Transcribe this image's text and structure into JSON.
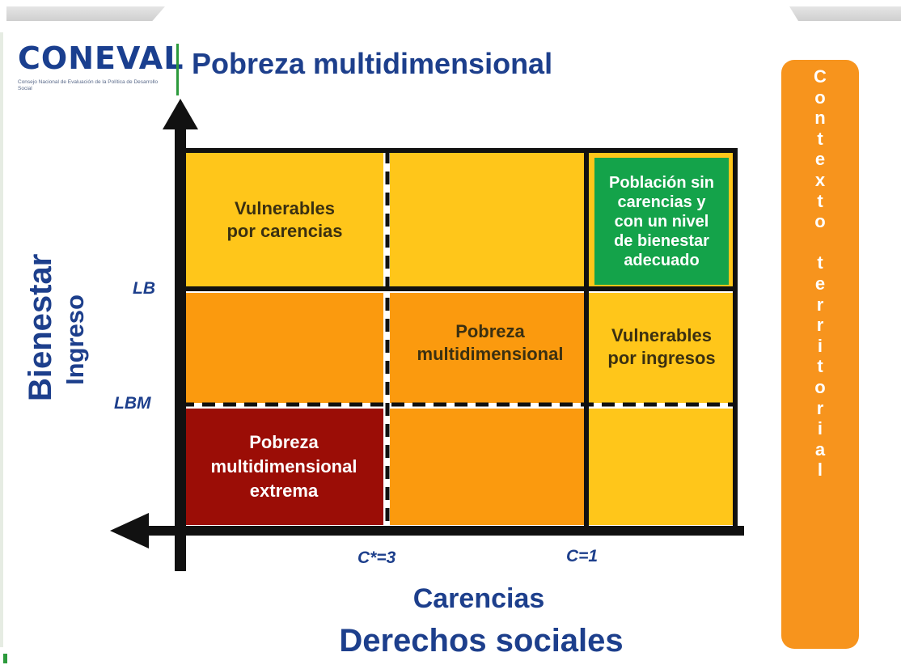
{
  "logo": {
    "wordmark": "CONEVAL",
    "subtitle": "Consejo Nacional de Evaluación de la Política de Desarrollo Social"
  },
  "page_title": "Pobreza multidimensional",
  "zones": {
    "vulnerables_carencias": {
      "line1": "Vulnerables",
      "line2": "por carencias"
    },
    "sin_carencias": {
      "line1": "Población sin",
      "line2": "carencias y",
      "line3": "con un nivel",
      "line4": "de bienestar",
      "line5": "adecuado"
    },
    "pobreza": {
      "line1": "Pobreza",
      "line2": "multidimensional"
    },
    "vulnerables_ingresos": {
      "line1": "Vulnerables",
      "line2": "por ingresos"
    },
    "pobreza_extrema": {
      "line1": "Pobreza",
      "line2": "multidimensional",
      "line3": "extrema"
    }
  },
  "y_ticks": {
    "lb": "LB",
    "lbm": "LBM"
  },
  "x_ticks": {
    "c_star": "C*=3",
    "c1": "C=1"
  },
  "y_axis": {
    "title": "Bienestar",
    "subtitle": "Ingreso"
  },
  "x_axis": {
    "subtitle": "Carencias",
    "title": "Derechos sociales"
  },
  "side_panel": {
    "word1": "Contexto",
    "word2": "territorial"
  },
  "colors": {
    "light_yellow": "#ffc61a",
    "orange": "#fb9a0e",
    "dark_red": "#9b0d06",
    "green": "#14a34a",
    "navy": "#1d3f8c",
    "side_orange": "#f7941d"
  }
}
